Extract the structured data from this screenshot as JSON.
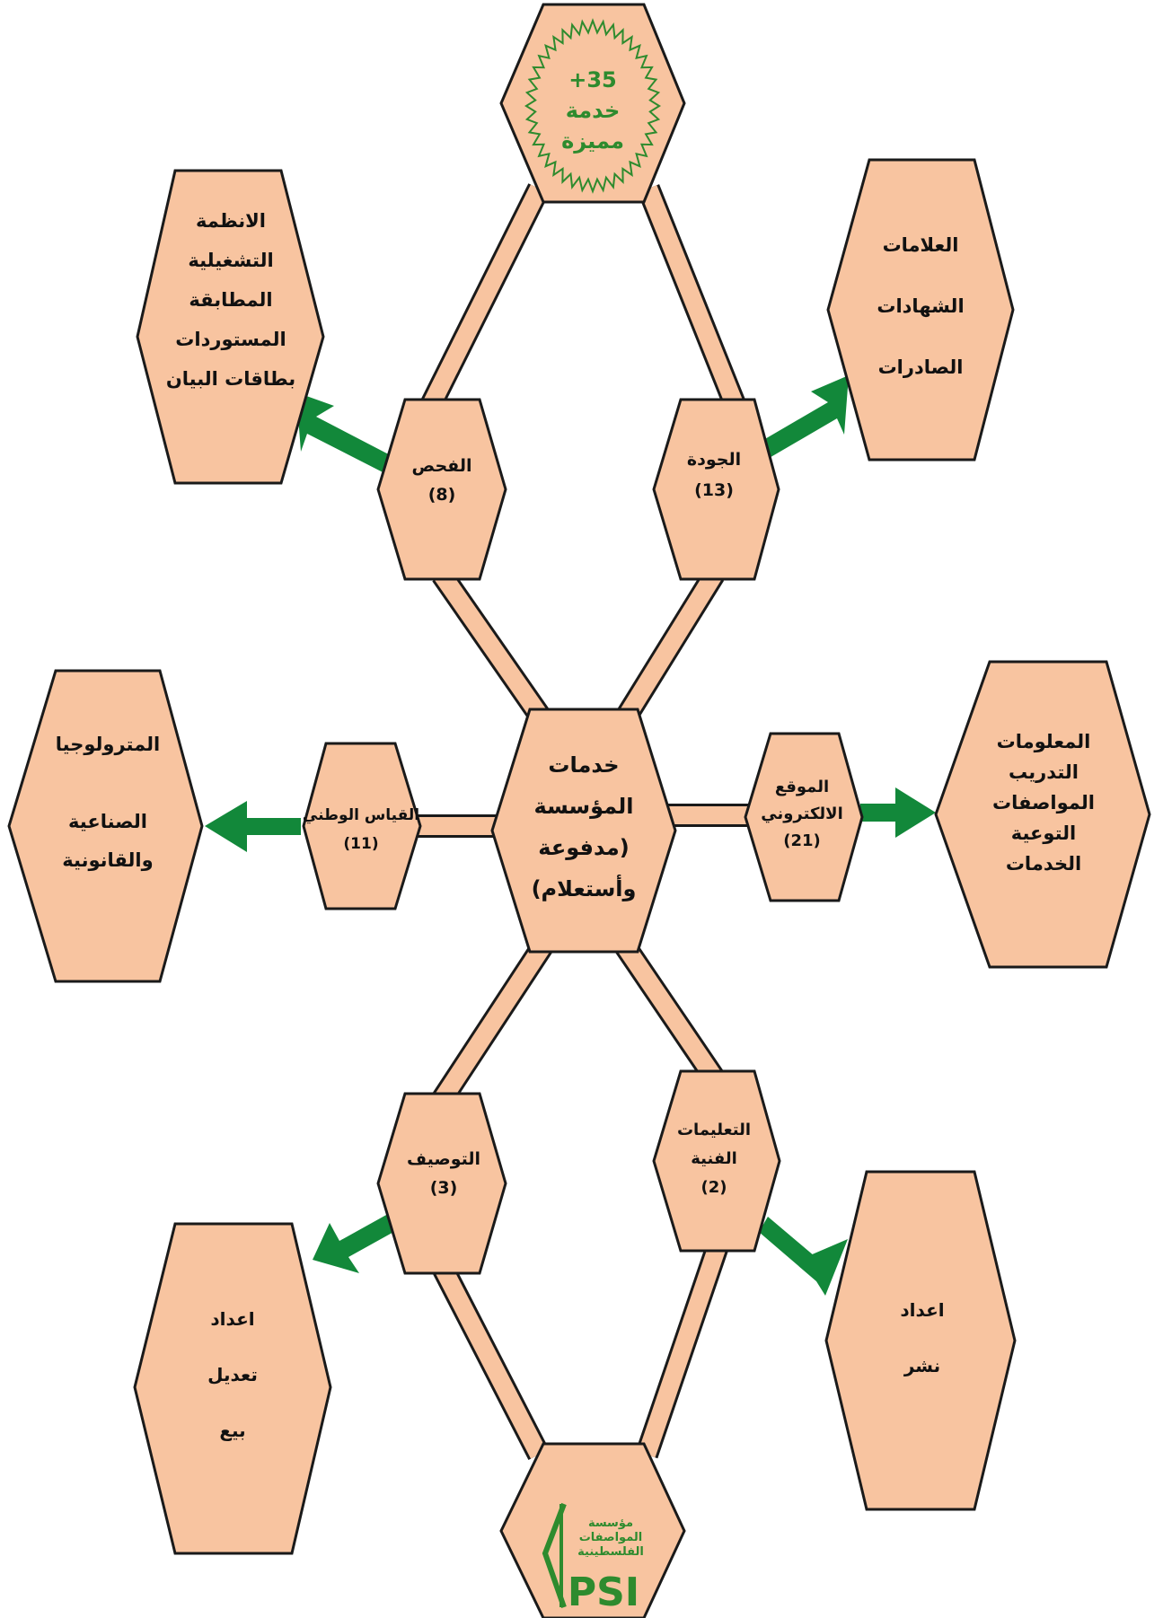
{
  "colors": {
    "hex_fill": "#f8c4a0",
    "hex_stroke": "#1a1a1a",
    "bar_fill": "#f8c4a0",
    "arrow": "#12883a",
    "star": "#2e8b2e",
    "text": "#111111"
  },
  "center": {
    "lines": [
      "خدمات",
      "المؤسسة",
      "(مدفوعة",
      "وأستعلام)"
    ]
  },
  "top_badge": {
    "lines": [
      "+35",
      "خدمة",
      "مميزة"
    ]
  },
  "nodes": {
    "inspection": {
      "lines": [
        "الفحص",
        "(8)"
      ]
    },
    "quality": {
      "lines": [
        "الجودة",
        "(13)"
      ]
    },
    "metrology": {
      "lines": [
        "القياس الوطني",
        "(11)"
      ]
    },
    "website": {
      "lines": [
        "الموقع",
        "الالكتروني",
        "(21)"
      ]
    },
    "specification": {
      "lines": [
        "التوصيف",
        "(3)"
      ]
    },
    "technical": {
      "lines": [
        "التعليمات",
        "الفنية",
        "(2)"
      ]
    }
  },
  "outer": {
    "inspection": {
      "lines": [
        "الانظمة",
        "التشغيلية",
        "المطابقة",
        "المستوردات",
        "بطاقات البيان"
      ]
    },
    "quality": {
      "lines": [
        "العلامات",
        "الشهادات",
        "الصادرات"
      ]
    },
    "metrology": {
      "lines": [
        "المترولوجيا",
        "",
        "الصناعية",
        "والقانونية"
      ]
    },
    "website": {
      "lines": [
        "المعلومات",
        "التدريب",
        "المواصفات",
        "التوعية",
        "الخدمات"
      ]
    },
    "specification": {
      "lines": [
        "اعداد",
        "تعديل",
        "بيع"
      ]
    },
    "technical": {
      "lines": [
        "اعداد",
        "نشر"
      ]
    }
  },
  "logo": {
    "icon": "psi-logo",
    "name_lines": [
      "مؤسسة",
      "المواصفات",
      "الفلسطينية"
    ],
    "abbr": "PSI"
  }
}
